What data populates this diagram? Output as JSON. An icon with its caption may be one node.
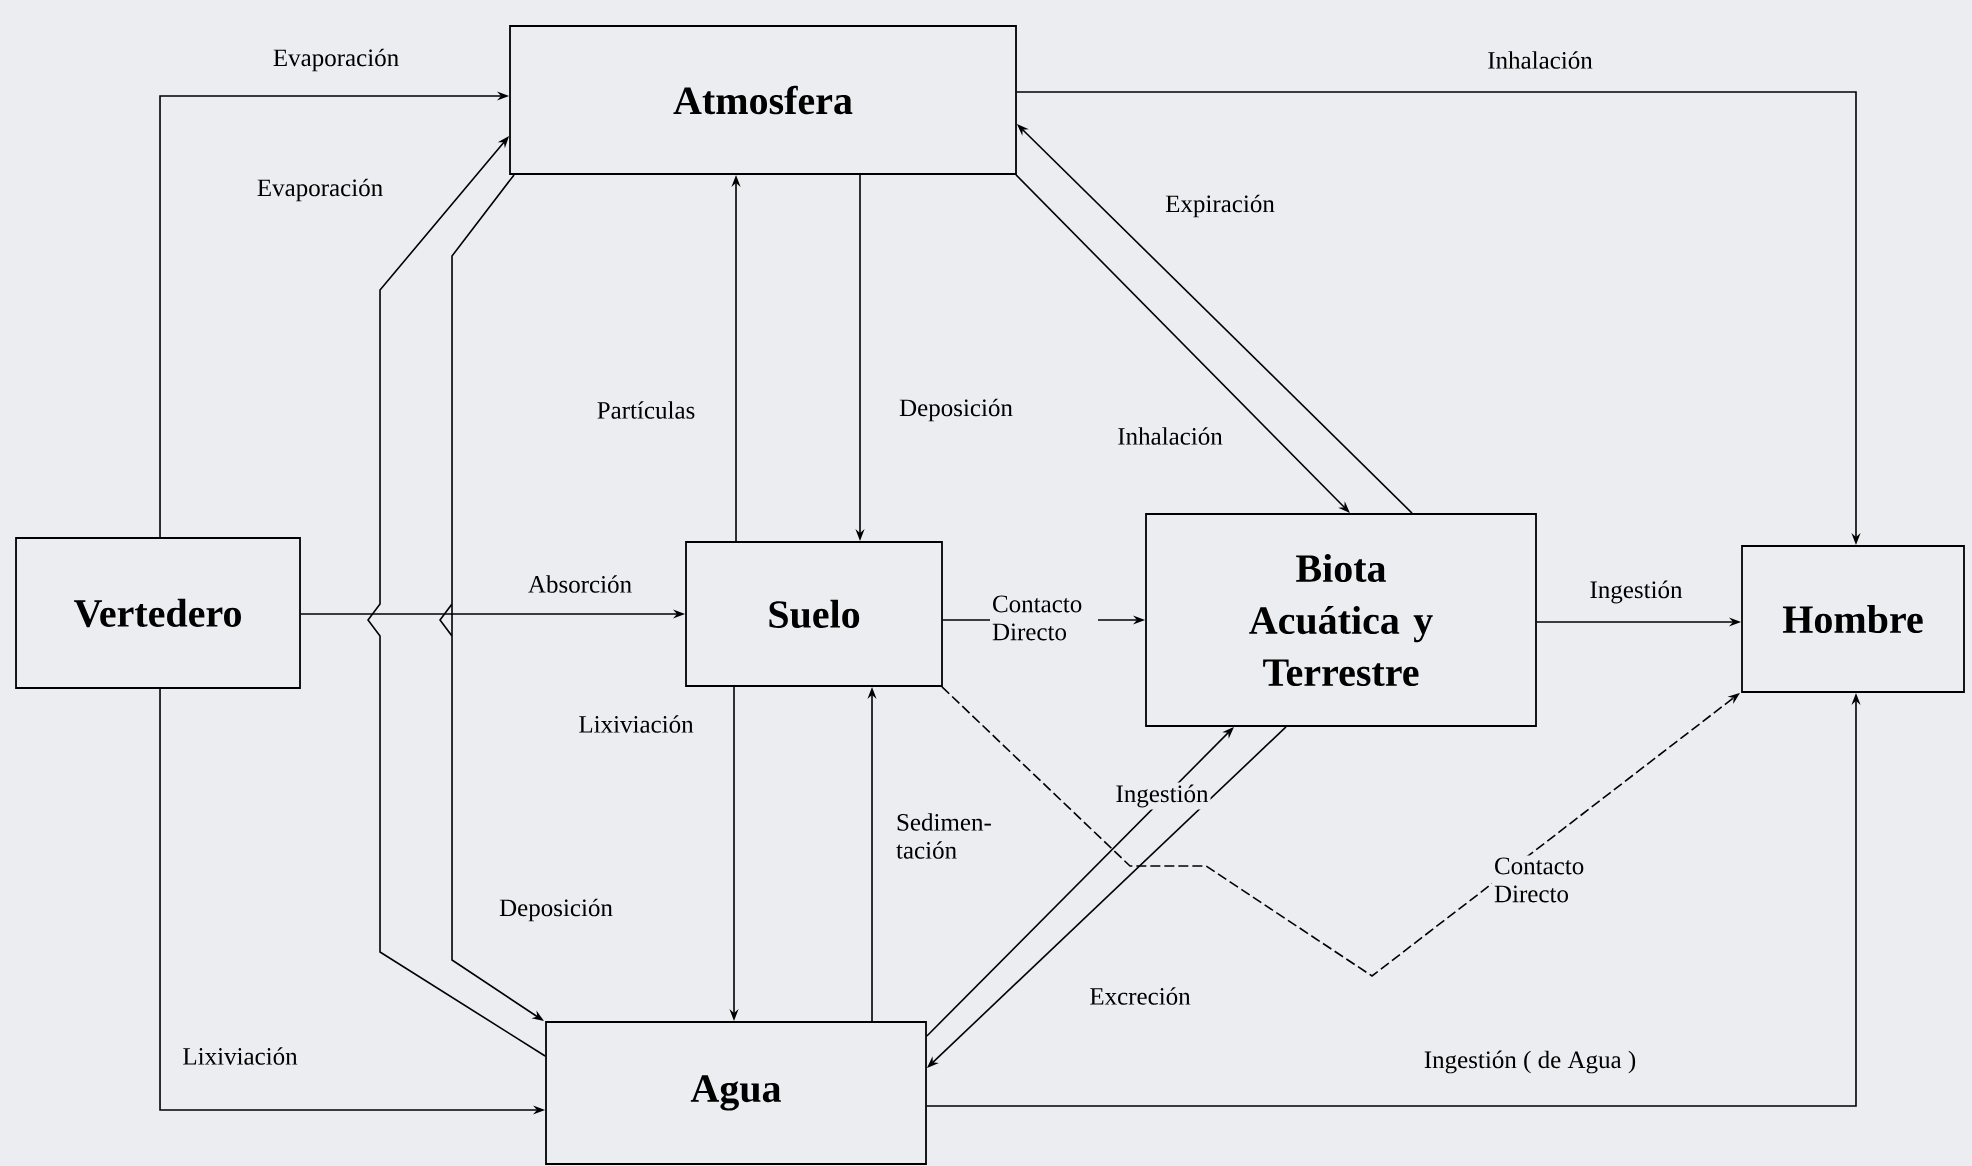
{
  "diagram": {
    "nodes": [
      {
        "text": [
          "Atmosfera"
        ]
      },
      {
        "text": [
          "Vertedero"
        ]
      },
      {
        "text": [
          "Suelo"
        ]
      },
      {
        "text": [
          "Biota Acuática y Terrestre"
        ]
      },
      {
        "text": [
          "Hombre"
        ]
      },
      {
        "text": [
          "Agua"
        ]
      }
    ],
    "edges": [
      {
        "from": 1,
        "to": 0,
        "arrow": "to",
        "label": "Evaporación"
      },
      {
        "from": 5,
        "to": 0,
        "arrow": "to",
        "label": "Evaporación"
      },
      {
        "from": 0,
        "to": 5,
        "arrow": "to",
        "label": "Deposición"
      },
      {
        "from": 1,
        "to": 2,
        "arrow": "to",
        "label": "Absorción"
      },
      {
        "from": 2,
        "to": 0,
        "arrow": "to",
        "label": "Partículas"
      },
      {
        "from": 0,
        "to": 2,
        "arrow": "to",
        "label": "Deposición"
      },
      {
        "from": 2,
        "to": 5,
        "arrow": "to",
        "label": "Lixiviación"
      },
      {
        "from": 5,
        "to": 2,
        "arrow": "to",
        "label": "Sedimen-tación"
      },
      {
        "from": 2,
        "to": 3,
        "arrow": "to",
        "label": "Contacto Directo"
      },
      {
        "from": 0,
        "to": 3,
        "arrow": "to",
        "label": "Inhalación"
      },
      {
        "from": 3,
        "to": 0,
        "arrow": "to",
        "label": "Expiración"
      },
      {
        "from": 0,
        "to": 4,
        "arrow": "to",
        "label": "Inhalación"
      },
      {
        "from": 3,
        "to": 4,
        "arrow": "to",
        "label": "Ingestión"
      },
      {
        "from": 5,
        "to": 4,
        "arrow": "to",
        "label": "Ingestión ( de Agua )"
      },
      {
        "from": 5,
        "to": 3,
        "arrow": "to",
        "label": "Ingestión"
      },
      {
        "from": 3,
        "to": 5,
        "arrow": "to",
        "label": "Excreción"
      },
      {
        "from": 2,
        "to": 4,
        "arrow": "to",
        "label": "Contacto Directo",
        "style": "dashed"
      },
      {
        "from": 1,
        "to": 5,
        "arrow": "to",
        "label": "Lixiviación"
      }
    ]
  }
}
